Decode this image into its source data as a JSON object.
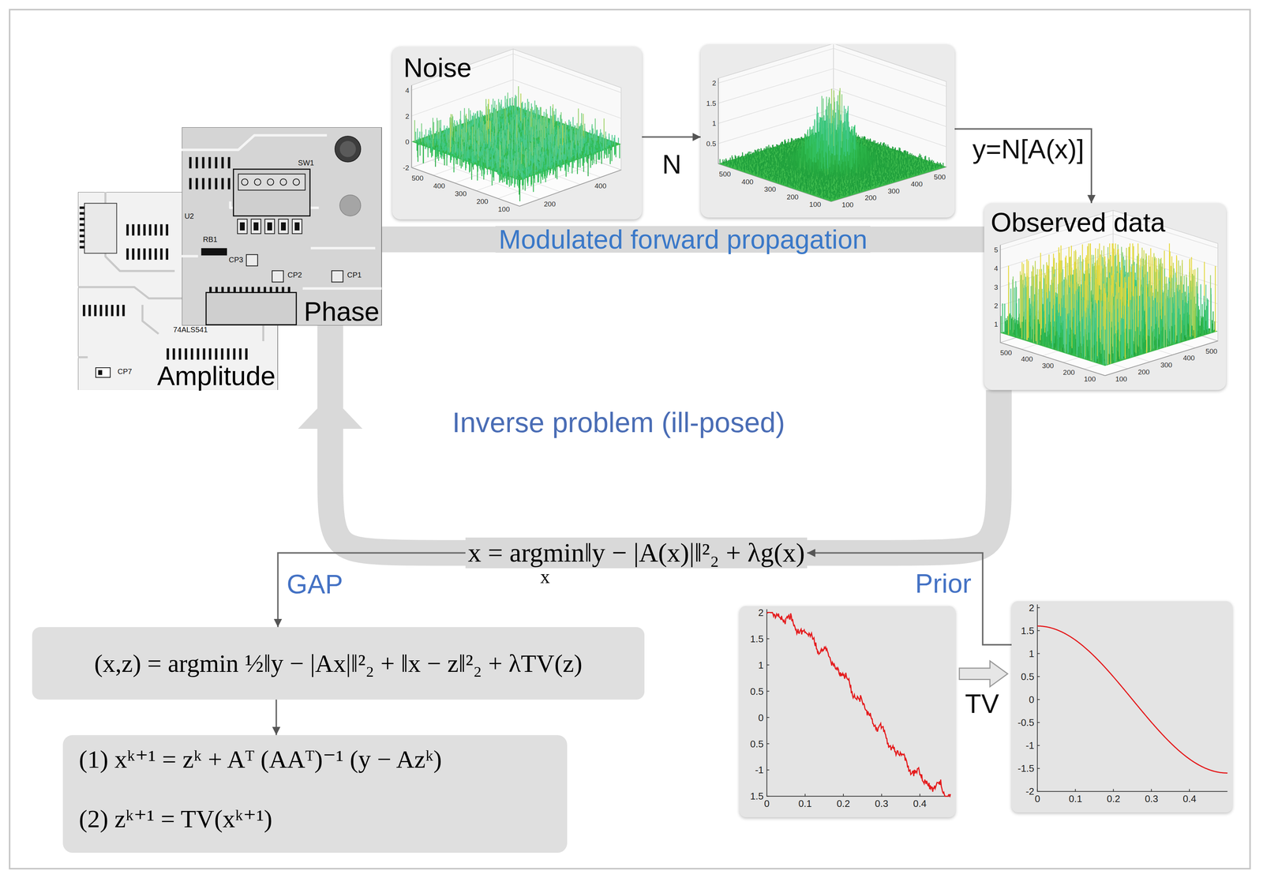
{
  "diagram": {
    "nodes": [
      {
        "text": [
          "Amplitude"
        ]
      },
      {
        "text": [
          "Phase"
        ]
      },
      {
        "text": [
          "Noise",
          "4",
          "2",
          "0",
          "-2",
          "500",
          "400",
          "300",
          "200",
          "100",
          "200",
          "400"
        ]
      },
      {
        "text": [
          "2",
          "1.5",
          "1",
          "0.5",
          "500",
          "400",
          "300",
          "200",
          "100",
          "100",
          "200",
          "300",
          "400",
          "500"
        ]
      },
      {
        "text": [
          "Observed data",
          "5",
          "4",
          "3",
          "2",
          "1",
          "500",
          "400",
          "300",
          "200",
          "100",
          "100",
          "200",
          "300",
          "400",
          "500"
        ]
      },
      {
        "text": [
          "x = argmin‖y − |A(x)|‖²₂ + λg(x)",
          "x"
        ]
      },
      {
        "text": [
          "(x,z) = argmin ½‖y − |Ax|‖²₂ + ‖x − z‖²₂ + λTV(z)"
        ]
      },
      {
        "text": [
          "(1) xᵏ⁺¹ = zᵏ + Aᵀ (AAᵀ)⁻¹ (y − Azᵏ)",
          "(2) zᵏ⁺¹ = TV(xᵏ⁺¹)"
        ]
      },
      {
        "text": [
          "2",
          "1.5",
          "1",
          "0.5",
          "0",
          "0.5",
          "-1",
          "1.5",
          "0",
          "0.1",
          "0.2",
          "0.3",
          "0.4"
        ]
      },
      {
        "text": [
          "2",
          "1.5",
          "1",
          "0.5",
          "0",
          "-0.5",
          "-1",
          "-1.5",
          "-2",
          "0",
          "0.1",
          "0.2",
          "0.3",
          "0.4"
        ]
      }
    ],
    "edges": [
      {
        "from": 2,
        "to": 3,
        "label": "N",
        "arrow": "to"
      },
      {
        "from": 3,
        "to": 4,
        "label": "y=N[A(x)]",
        "arrow": "to"
      },
      {
        "from": 1,
        "to": 4,
        "label": "Modulated forward propagation",
        "arrow": "none"
      },
      {
        "from": 4,
        "to": 1,
        "label": "Inverse problem (ill-posed)",
        "arrow": "to"
      },
      {
        "from": 5,
        "to": 6,
        "label": "GAP",
        "arrow": "to"
      },
      {
        "from": 9,
        "to": 5,
        "label": "Prior",
        "arrow": "to"
      },
      {
        "from": 8,
        "to": 9,
        "label": "TV",
        "arrow": "to"
      },
      {
        "from": 6,
        "to": 7,
        "arrow": "to"
      }
    ],
    "labels": [
      "74ALS541",
      "CP7",
      "SW1",
      "U2",
      "RB1",
      "CP3",
      "CP2",
      "CP1"
    ]
  }
}
